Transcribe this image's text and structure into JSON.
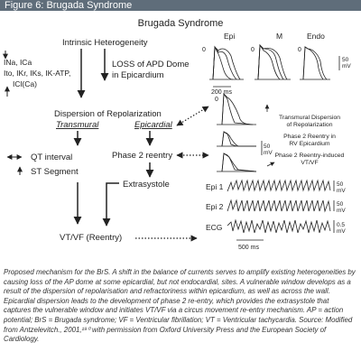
{
  "figure": {
    "title": "Figure 6: Brugada Syndrome",
    "caption": "Proposed mechanism for the BrS. A shift in the balance of currents serves to amplify existing heterogeneities by causing loss of the AP dome at some epicardial, but not endocardial, sites. A vulnerable window develops as a result of the dispersion of repolarisation and refractoriness within epicardium, as well as across the wall. Epicardial dispersion leads to the development of phase 2 re-entry, which provides the extrasystole that captures the vulnerable window and initiates VT/VF via a circus movement re-entry mechanism. AP = action potential; BrS = Brugada syndrome; VF = Ventricular fibrillation; VT = Ventricular tachycardia. Source: Modified from Antzelevitch., 2001,¹⁹⁰ with permission from Oxford University Press and the European Society of Cardiology."
  },
  "diagram": {
    "heading": "Brugada Syndrome",
    "nodes": {
      "heterogeneity": "Intrinsic Heterogeneity",
      "loss_line1": "LOSS of APD Dome",
      "loss_line2": "in Epicardium",
      "dispersion": "Dispersion of Repolarization",
      "transmural": "Transmural",
      "epicardial": "Epicardial",
      "phase2": "Phase 2 reentry",
      "extrasystole": "Extrasystole",
      "vtvf": "VT/VF (Reentry)",
      "qt": "QT interval",
      "st": "ST Segment"
    },
    "currents": {
      "line1": "INa, ICa",
      "line2": "Ito, IKr, IKs, IK-ATP,",
      "line3": "ICl(Ca)"
    },
    "right_labels": {
      "transmural_dispersion_1": "Transmural Dispersion",
      "transmural_dispersion_2": "of Repolarization",
      "phase2_rv_1": "Phase 2 Reentry in",
      "phase2_rv_2": "RV Epicardium",
      "phase2_vtvf_1": "Phase 2 Reentry-induced",
      "phase2_vtvf_2": "VT/VF"
    },
    "traces": {
      "epi": "Epi",
      "m": "M",
      "endo": "Endo",
      "zero": "0",
      "scale_50mv": "50",
      "mv": "mV",
      "scale_0_5": "0.5",
      "ms200": "200 ms",
      "ms500": "500 ms",
      "epi1": "Epi 1",
      "epi2": "Epi 2",
      "ecg": "ECG"
    }
  },
  "colors": {
    "title_bar": "#5f6d7a",
    "ink": "#222222"
  }
}
